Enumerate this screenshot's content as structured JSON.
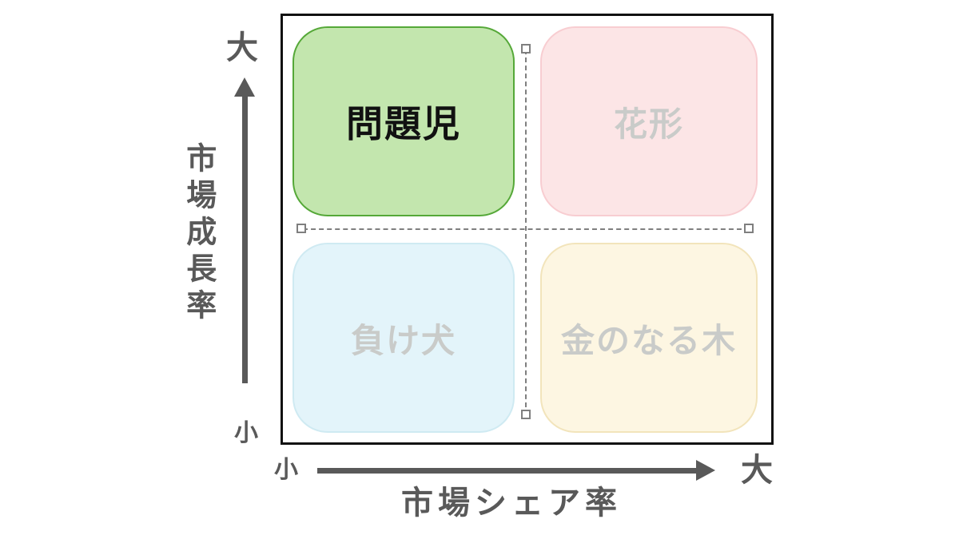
{
  "diagram": {
    "type": "bcg-growth-share-matrix",
    "quadrants": [
      {
        "key": "problem-child",
        "label": "問題児",
        "position": "top-left",
        "fill": "#c3e6ae",
        "border_color": "#55a838",
        "text_color": "#111111",
        "highlighted": true
      },
      {
        "key": "star",
        "label": "花形",
        "position": "top-right",
        "fill": "#fce5e6",
        "border_color": "#f8cdd1",
        "text_color": "#c9cbc9",
        "highlighted": false
      },
      {
        "key": "dog",
        "label": "負け犬",
        "position": "bottom-left",
        "fill": "#e3f4fa",
        "border_color": "#cfeaf2",
        "text_color": "#c9cbc9",
        "highlighted": false
      },
      {
        "key": "cash-cow",
        "label": "金のなる木",
        "position": "bottom-right",
        "fill": "#fdf6e2",
        "border_color": "#f2e4bb",
        "text_color": "#c9cbc9",
        "highlighted": false
      }
    ],
    "y_axis": {
      "title": "市場成長率",
      "max_label": "大",
      "min_label": "小"
    },
    "x_axis": {
      "title": "市場シェア率",
      "min_label": "小",
      "max_label": "大"
    },
    "colors": {
      "axis": "#595959",
      "frame": "#111111",
      "guide": "#7f7f7f"
    }
  }
}
